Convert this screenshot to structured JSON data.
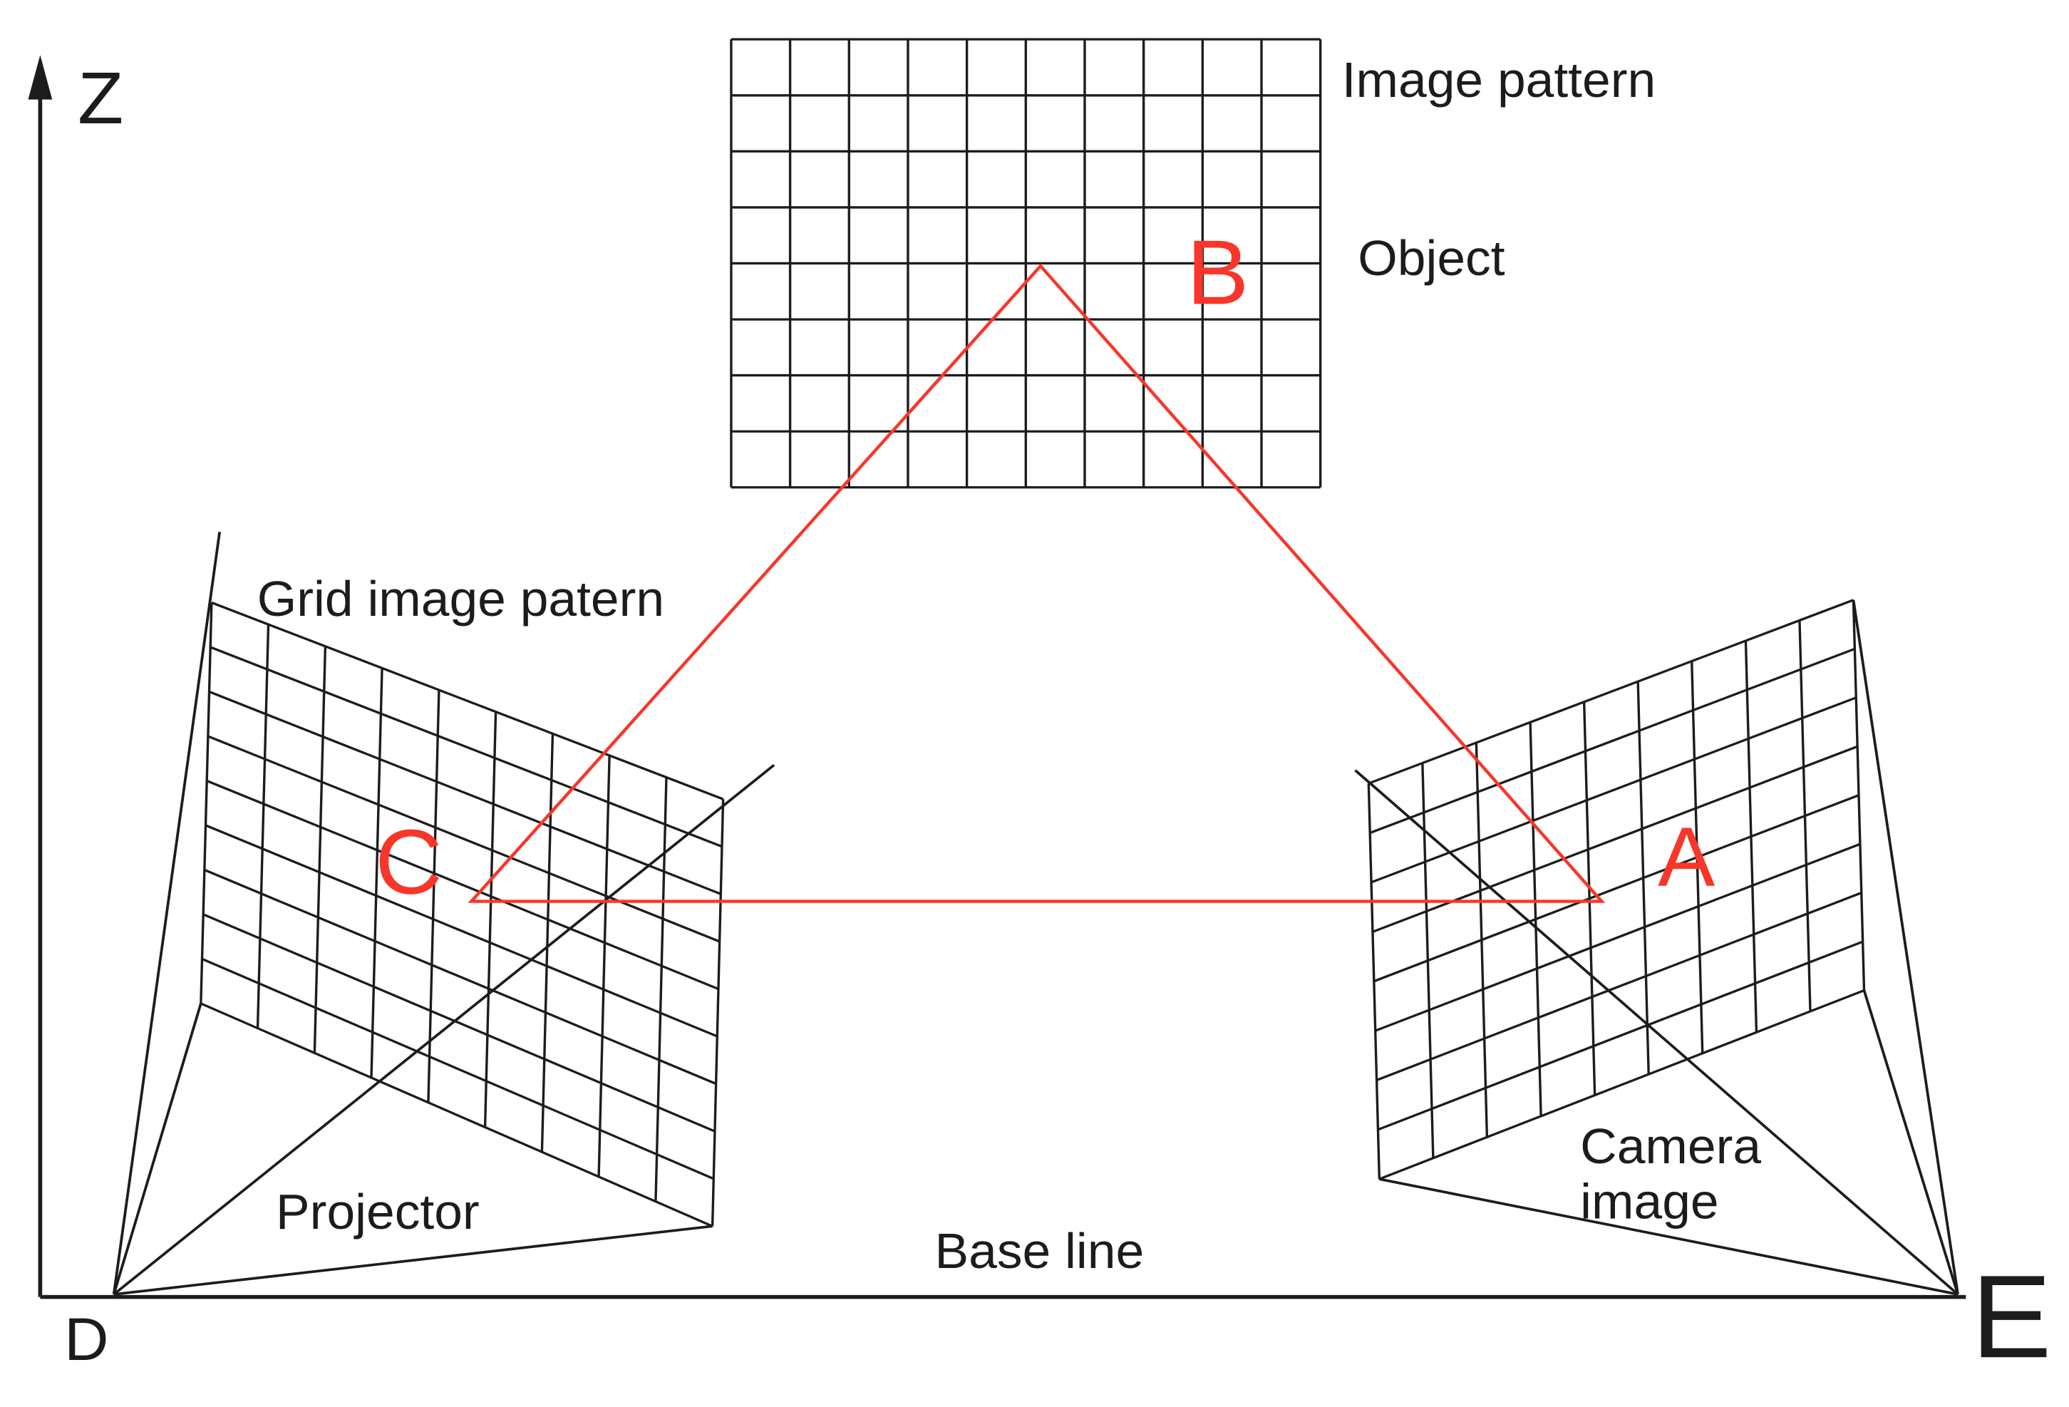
{
  "diagram": {
    "axis": {
      "z_label": "Z",
      "origin_label": "D",
      "end_label": "E"
    },
    "labels": {
      "image_pattern": "Image pattern",
      "object": "Object",
      "grid_image_pattern": "Grid image patern",
      "projector": "Projector",
      "camera_image_line1": "Camera",
      "camera_image_line2": "image",
      "base_line": "Base line"
    },
    "points": {
      "a": "A",
      "b": "B",
      "c": "C"
    },
    "colors": {
      "ink": "#1c1c1c",
      "accent_red": "#f8362a",
      "background": "#ffffff"
    }
  }
}
